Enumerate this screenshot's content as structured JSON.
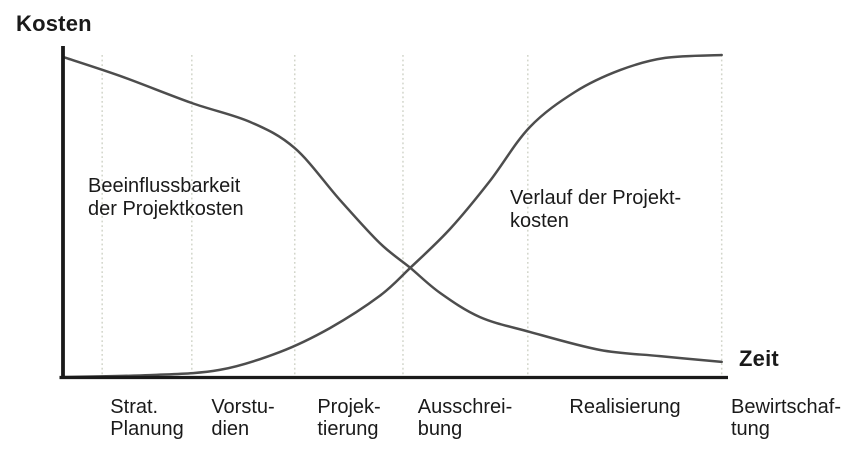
{
  "chart_data": {
    "type": "line",
    "title": "",
    "xlabel": "Zeit",
    "ylabel": "Kosten",
    "x_unit": "percent of project timeline",
    "y_unit": "percent of maximum cost",
    "xlim": [
      0,
      100
    ],
    "ylim": [
      0,
      100
    ],
    "grid": "vertical dotted phase-boundary lines, no horizontal grid",
    "legend_position": "none (in-plot text annotations)",
    "colors": {
      "curve": "#4d4d4d",
      "axis": "#1a1a1a",
      "grid": "#d2d5ca",
      "text": "#1a1a1a",
      "background": "#ffffff"
    },
    "phases": [
      {
        "label": "Strat.\nPlanung",
        "start_pct": 5.9
      },
      {
        "label": "Vorstu-\ndien",
        "start_pct": 19.4
      },
      {
        "label": "Projek-\ntierung",
        "start_pct": 34.9
      },
      {
        "label": "Ausschrei-\nbung",
        "start_pct": 51.2
      },
      {
        "label": "Realisierung",
        "start_pct": 70.0
      },
      {
        "label": "Bewirtschaf-\ntung",
        "start_pct": 99.2
      }
    ],
    "series": [
      {
        "name": "Beeinflussbarkeit der Projektkosten",
        "shape": "decreasing S-curve",
        "points": [
          [
            0,
            99.4
          ],
          [
            8.6,
            93.5
          ],
          [
            19.4,
            85.1
          ],
          [
            28.2,
            79.2
          ],
          [
            34.9,
            71.1
          ],
          [
            41.7,
            55.0
          ],
          [
            47.7,
            41.6
          ],
          [
            52.3,
            33.9
          ],
          [
            56.8,
            26.1
          ],
          [
            62.8,
            18.6
          ],
          [
            70.3,
            14.0
          ],
          [
            80.9,
            8.4
          ],
          [
            89.9,
            6.5
          ],
          [
            99.2,
            4.7
          ]
        ]
      },
      {
        "name": "Verlauf der Projektkosten",
        "shape": "increasing S-curve",
        "points": [
          [
            0,
            0.0
          ],
          [
            13.1,
            0.6
          ],
          [
            23.6,
            2.2
          ],
          [
            32.7,
            7.8
          ],
          [
            40.2,
            15.2
          ],
          [
            47.7,
            25.2
          ],
          [
            52.3,
            33.9
          ],
          [
            58.3,
            46.0
          ],
          [
            64.3,
            60.9
          ],
          [
            70.3,
            77.6
          ],
          [
            77.1,
            88.5
          ],
          [
            83.9,
            95.3
          ],
          [
            90.7,
            99.1
          ],
          [
            99.2,
            100.0
          ]
        ]
      }
    ],
    "annotations": [
      {
        "text": "Beeinflussbarkeit\nder Projektkosten",
        "anchor": "left of falling curve"
      },
      {
        "text": "Verlauf der Projekt-\nkosten",
        "anchor": "right of rising curve"
      }
    ],
    "crossing_point_pct": [
      52.3,
      33.9
    ]
  }
}
